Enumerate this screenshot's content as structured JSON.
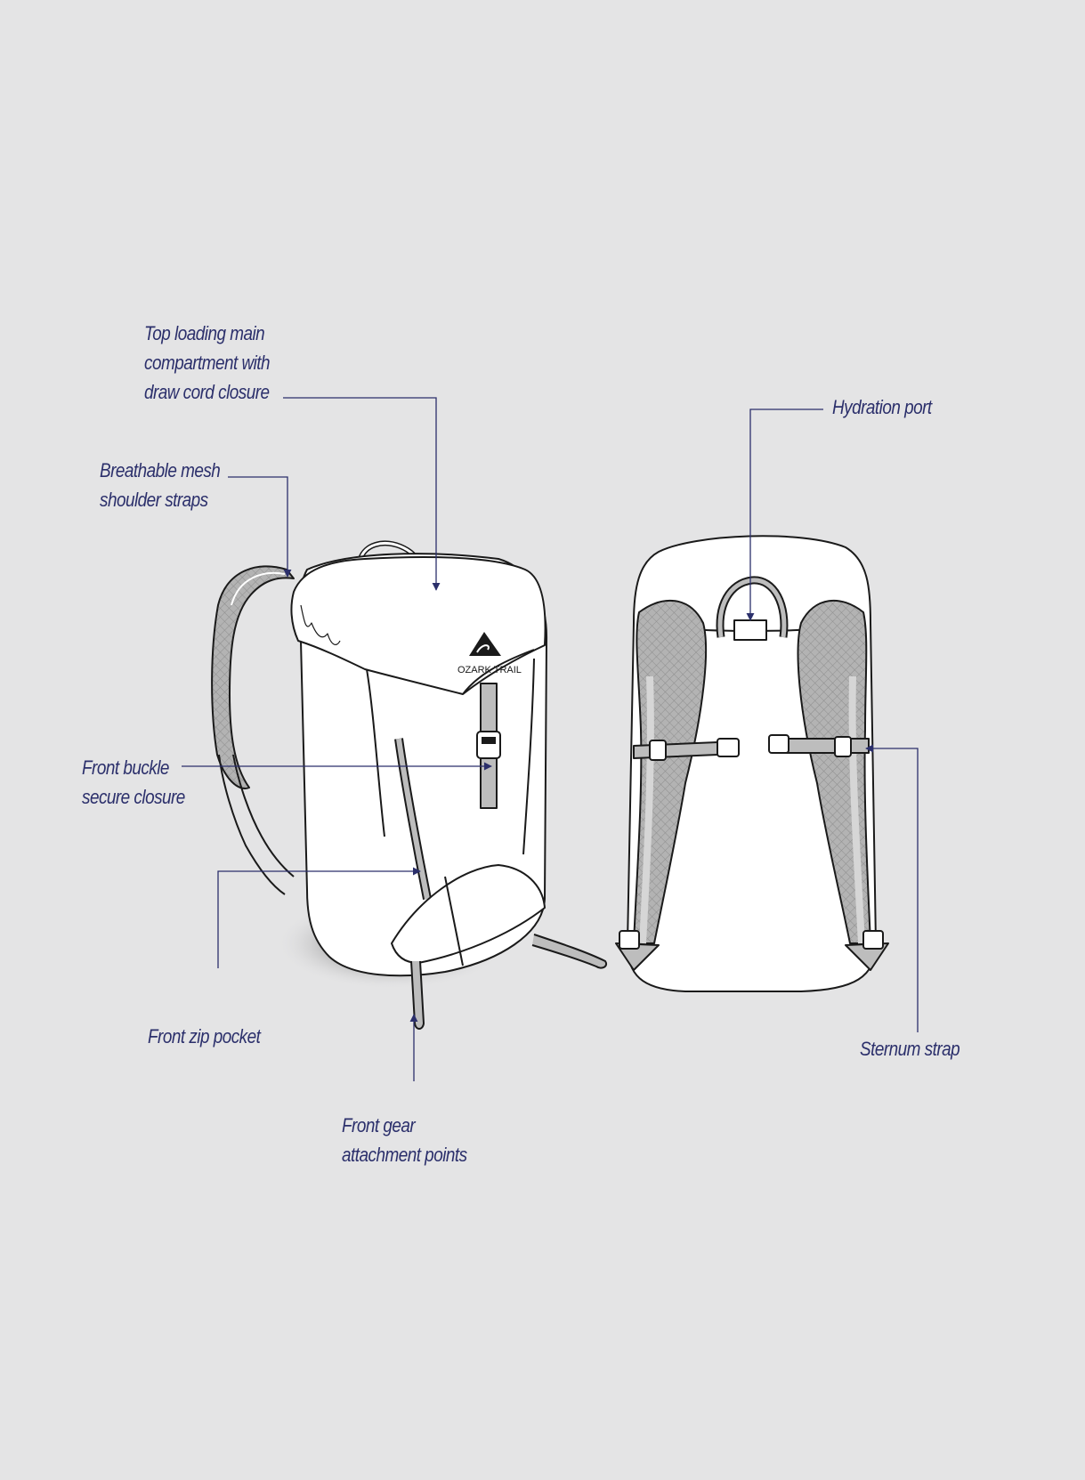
{
  "brand": {
    "logo_text": "OZARK TRAIL"
  },
  "colors": {
    "background": "#e4e4e5",
    "callout": "#2b2f6b",
    "mesh": "#a9a9a9",
    "outline": "#1a1a1a"
  },
  "callouts": {
    "top_loading": {
      "lines": [
        "Top loading main",
        "compartment with",
        "draw cord  closure"
      ]
    },
    "shoulder_straps": {
      "lines": [
        "Breathable mesh",
        "shoulder straps"
      ]
    },
    "front_buckle": {
      "lines": [
        "Front buckle",
        "secure closure"
      ]
    },
    "front_zip": {
      "lines": [
        "Front zip pocket"
      ]
    },
    "gear_points": {
      "lines": [
        "Front gear",
        "attachment points"
      ]
    },
    "hydration": {
      "lines": [
        "Hydration port"
      ]
    },
    "sternum": {
      "lines": [
        "Sternum strap"
      ]
    }
  }
}
